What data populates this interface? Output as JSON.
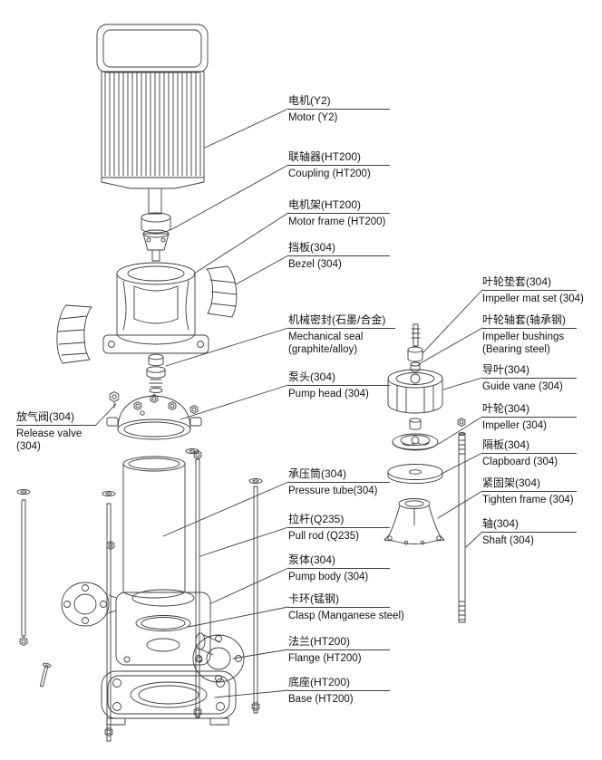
{
  "page": {
    "background": "#ffffff",
    "line_color": "#3c3c3c",
    "text_color": "#111111",
    "description": "Exploded parts diagram of a vertical multistage centrifugal pump with bilingual part labels"
  },
  "labels": {
    "motor": {
      "zh": "电机(Y2)",
      "en": "Motor (Y2)"
    },
    "coupling": {
      "zh": "联轴器(HT200)",
      "en": "Coupling (HT200)"
    },
    "motor_frame": {
      "zh": "电机架(HT200)",
      "en": "Motor frame (HT200)"
    },
    "bezel": {
      "zh": "挡板(304)",
      "en": "Bezel (304)"
    },
    "mechanical_seal": {
      "zh": "机械密封(石墨/合金)",
      "en": "Mechanical seal (graphite/alloy)"
    },
    "pump_head": {
      "zh": "泵头(304)",
      "en": "Pump head (304)"
    },
    "pressure_tube": {
      "zh": "承压筒(304)",
      "en": "Pressure tube(304)"
    },
    "pull_rod": {
      "zh": "拉杆(Q235)",
      "en": "Pull rod (Q235)"
    },
    "pump_body": {
      "zh": "泵体(304)",
      "en": "Pump body (304)"
    },
    "clasp": {
      "zh": "卡环(锰钢)",
      "en": "Clasp (Manganese steel)"
    },
    "flange": {
      "zh": "法兰(HT200)",
      "en": "Flange (HT200)"
    },
    "base": {
      "zh": "底座(HT200)",
      "en": "Base (HT200)"
    },
    "impeller_mat_set": {
      "zh": "叶轮垫套(304)",
      "en": "Impeller mat set (304)"
    },
    "impeller_bushings": {
      "zh": "叶轮轴套(轴承钢)",
      "en": "Impeller bushings (Bearing steel)"
    },
    "guide_vane": {
      "zh": "导叶(304)",
      "en": "Guide vane (304)"
    },
    "impeller": {
      "zh": "叶轮(304)",
      "en": "Impeller (304)"
    },
    "clapboard": {
      "zh": "隔板(304)",
      "en": "Clapboard (304)"
    },
    "tighten_frame": {
      "zh": "紧固架(304)",
      "en": "Tighten frame (304)"
    },
    "shaft": {
      "zh": "轴(304)",
      "en": "Shaft (304)"
    },
    "release_valve": {
      "zh": "放气阀(304)",
      "en": "Release valve (304)"
    }
  }
}
